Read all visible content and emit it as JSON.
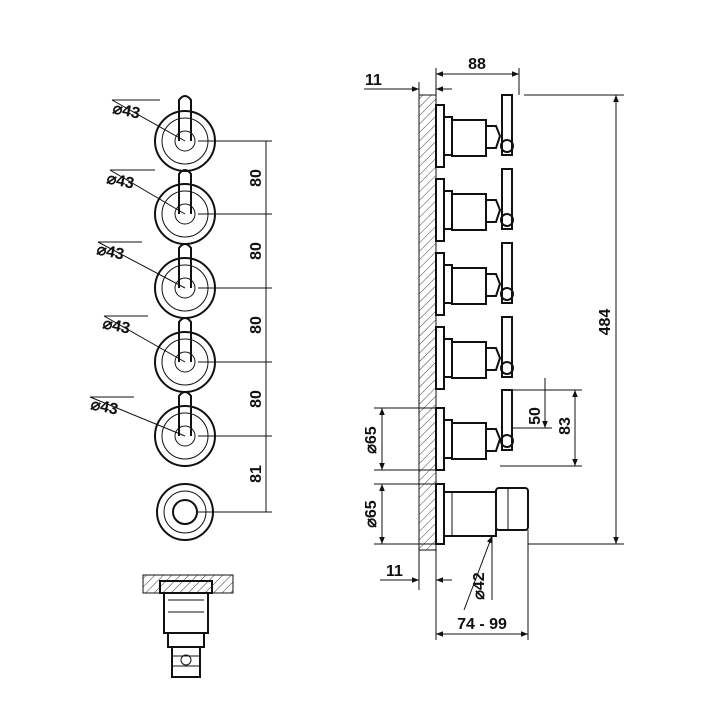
{
  "front_view": {
    "handle_diameter_labels": [
      "⌀43",
      "⌀43",
      "⌀43",
      "⌀43",
      "⌀43"
    ],
    "spacing_labels": [
      "80",
      "80",
      "80",
      "80",
      "81"
    ]
  },
  "side_view": {
    "top_dims": {
      "wall": "11",
      "depth": "88"
    },
    "total_height": "484",
    "handle_dims": {
      "lever_len": "50",
      "lever_total": "83"
    },
    "rosette_diameters": [
      "⌀65",
      "⌀65"
    ],
    "bottom_dims": {
      "wall": "11",
      "spout_diameter": "⌀42",
      "spout_range": "74 - 99"
    }
  }
}
